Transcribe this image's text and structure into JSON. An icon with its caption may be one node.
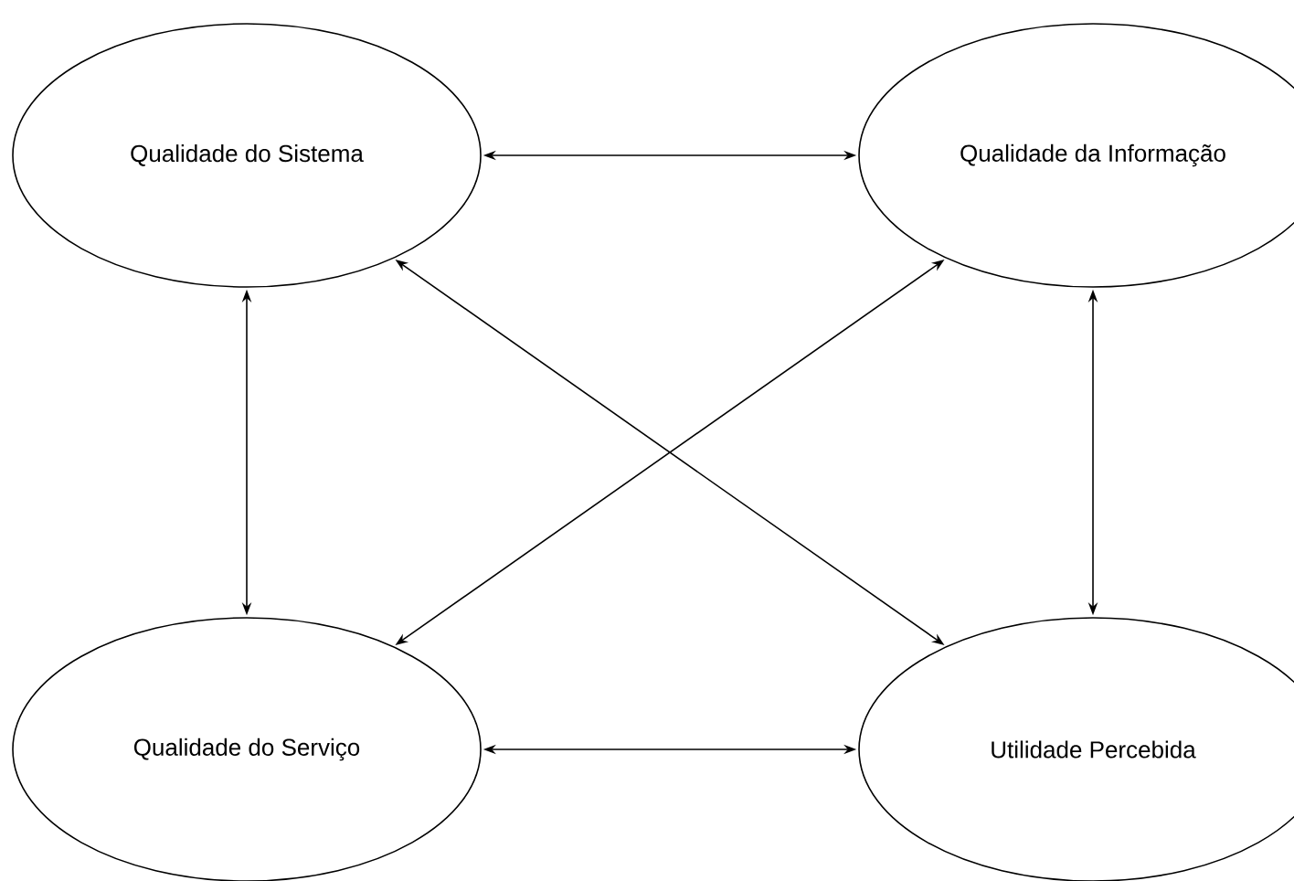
{
  "diagram": {
    "nodes": [
      {
        "text": [
          "Qualidade do Sistema"
        ]
      },
      {
        "text": [
          "Qualidade da Informação"
        ]
      },
      {
        "text": [
          "Qualidade do Serviço"
        ]
      },
      {
        "text": [
          "Utilidade Percebida"
        ]
      }
    ],
    "edges": [
      {
        "from": 0,
        "to": 1,
        "arrow": "both"
      },
      {
        "from": 0,
        "to": 2,
        "arrow": "both"
      },
      {
        "from": 0,
        "to": 3,
        "arrow": "both"
      },
      {
        "from": 1,
        "to": 2,
        "arrow": "both"
      },
      {
        "from": 1,
        "to": 3,
        "arrow": "both"
      },
      {
        "from": 2,
        "to": 3,
        "arrow": "both"
      }
    ]
  }
}
